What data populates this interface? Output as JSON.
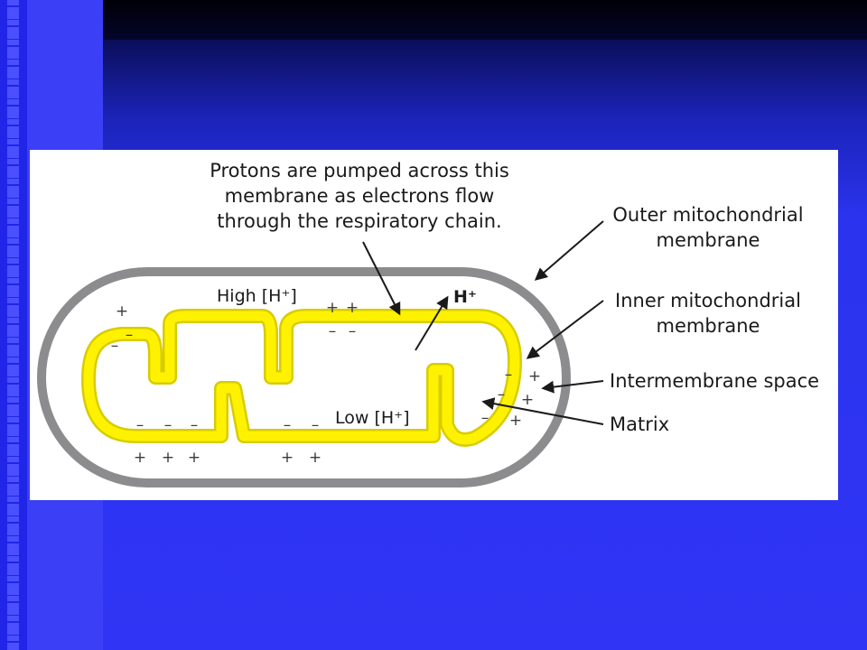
{
  "diagram": {
    "caption_lines": [
      "Protons are pumped across this",
      "membrane as electrons flow",
      "through the respiratory chain."
    ],
    "labels": {
      "outer_membrane": [
        "Outer mitochondrial",
        "membrane"
      ],
      "inner_membrane": [
        "Inner mitochondrial",
        "membrane"
      ],
      "intermembrane_space": "Intermembrane space",
      "matrix": "Matrix",
      "high_h": "High [H⁺]",
      "low_h": "Low [H⁺]",
      "proton": "H⁺"
    },
    "charges": {
      "plus": "+",
      "minus": "–"
    },
    "colors": {
      "outer_membrane": "#8c8c8e",
      "inner_membrane": "#fff200",
      "inner_membrane_edge": "#d8cc00",
      "text": "#1a1a1a",
      "background": "#2e33f0"
    }
  }
}
